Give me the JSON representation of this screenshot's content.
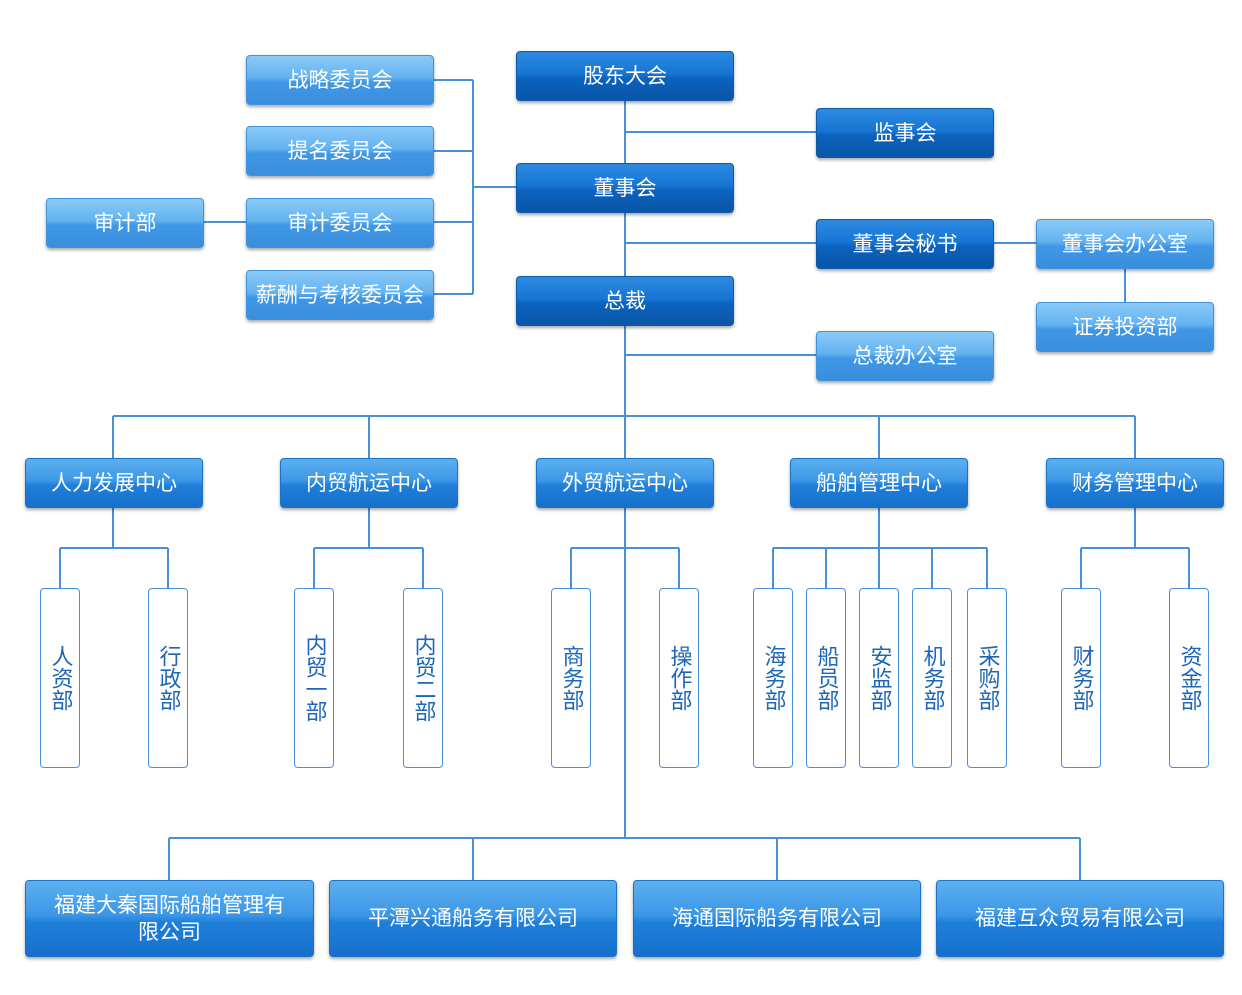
{
  "governance": {
    "shareholders": "股东大会",
    "supervisory_board": "监事会",
    "board": "董事会",
    "board_secretary": "董事会秘书",
    "board_office": "董事会办公室",
    "securities_dept": "证券投资部",
    "president": "总裁",
    "president_office": "总裁办公室"
  },
  "committees": {
    "strategy": "战略委员会",
    "nomination": "提名委员会",
    "audit": "审计委员会",
    "audit_dept": "审计部",
    "compensation": "薪酬与考核委员会"
  },
  "centers": [
    {
      "name": "人力发展中心",
      "depts": [
        "人资部",
        "行政部"
      ]
    },
    {
      "name": "内贸航运中心",
      "depts": [
        "内贸一部",
        "内贸二部"
      ]
    },
    {
      "name": "外贸航运中心",
      "depts": [
        "商务部",
        "操作部"
      ]
    },
    {
      "name": "船舶管理中心",
      "depts": [
        "海务部",
        "船员部",
        "安监部",
        "机务部",
        "采购部"
      ]
    },
    {
      "name": "财务管理中心",
      "depts": [
        "财务部",
        "资金部"
      ]
    }
  ],
  "subsidiaries": [
    "福建大秦国际船舶管理有限公司",
    "平潭兴通船务有限公司",
    "海通国际船务有限公司",
    "福建互众贸易有限公司"
  ],
  "colors": {
    "line": "#4a90d9",
    "box_dark": "#1670cc",
    "box_light": "#63b2f0",
    "dept_text": "#1d66b8"
  }
}
